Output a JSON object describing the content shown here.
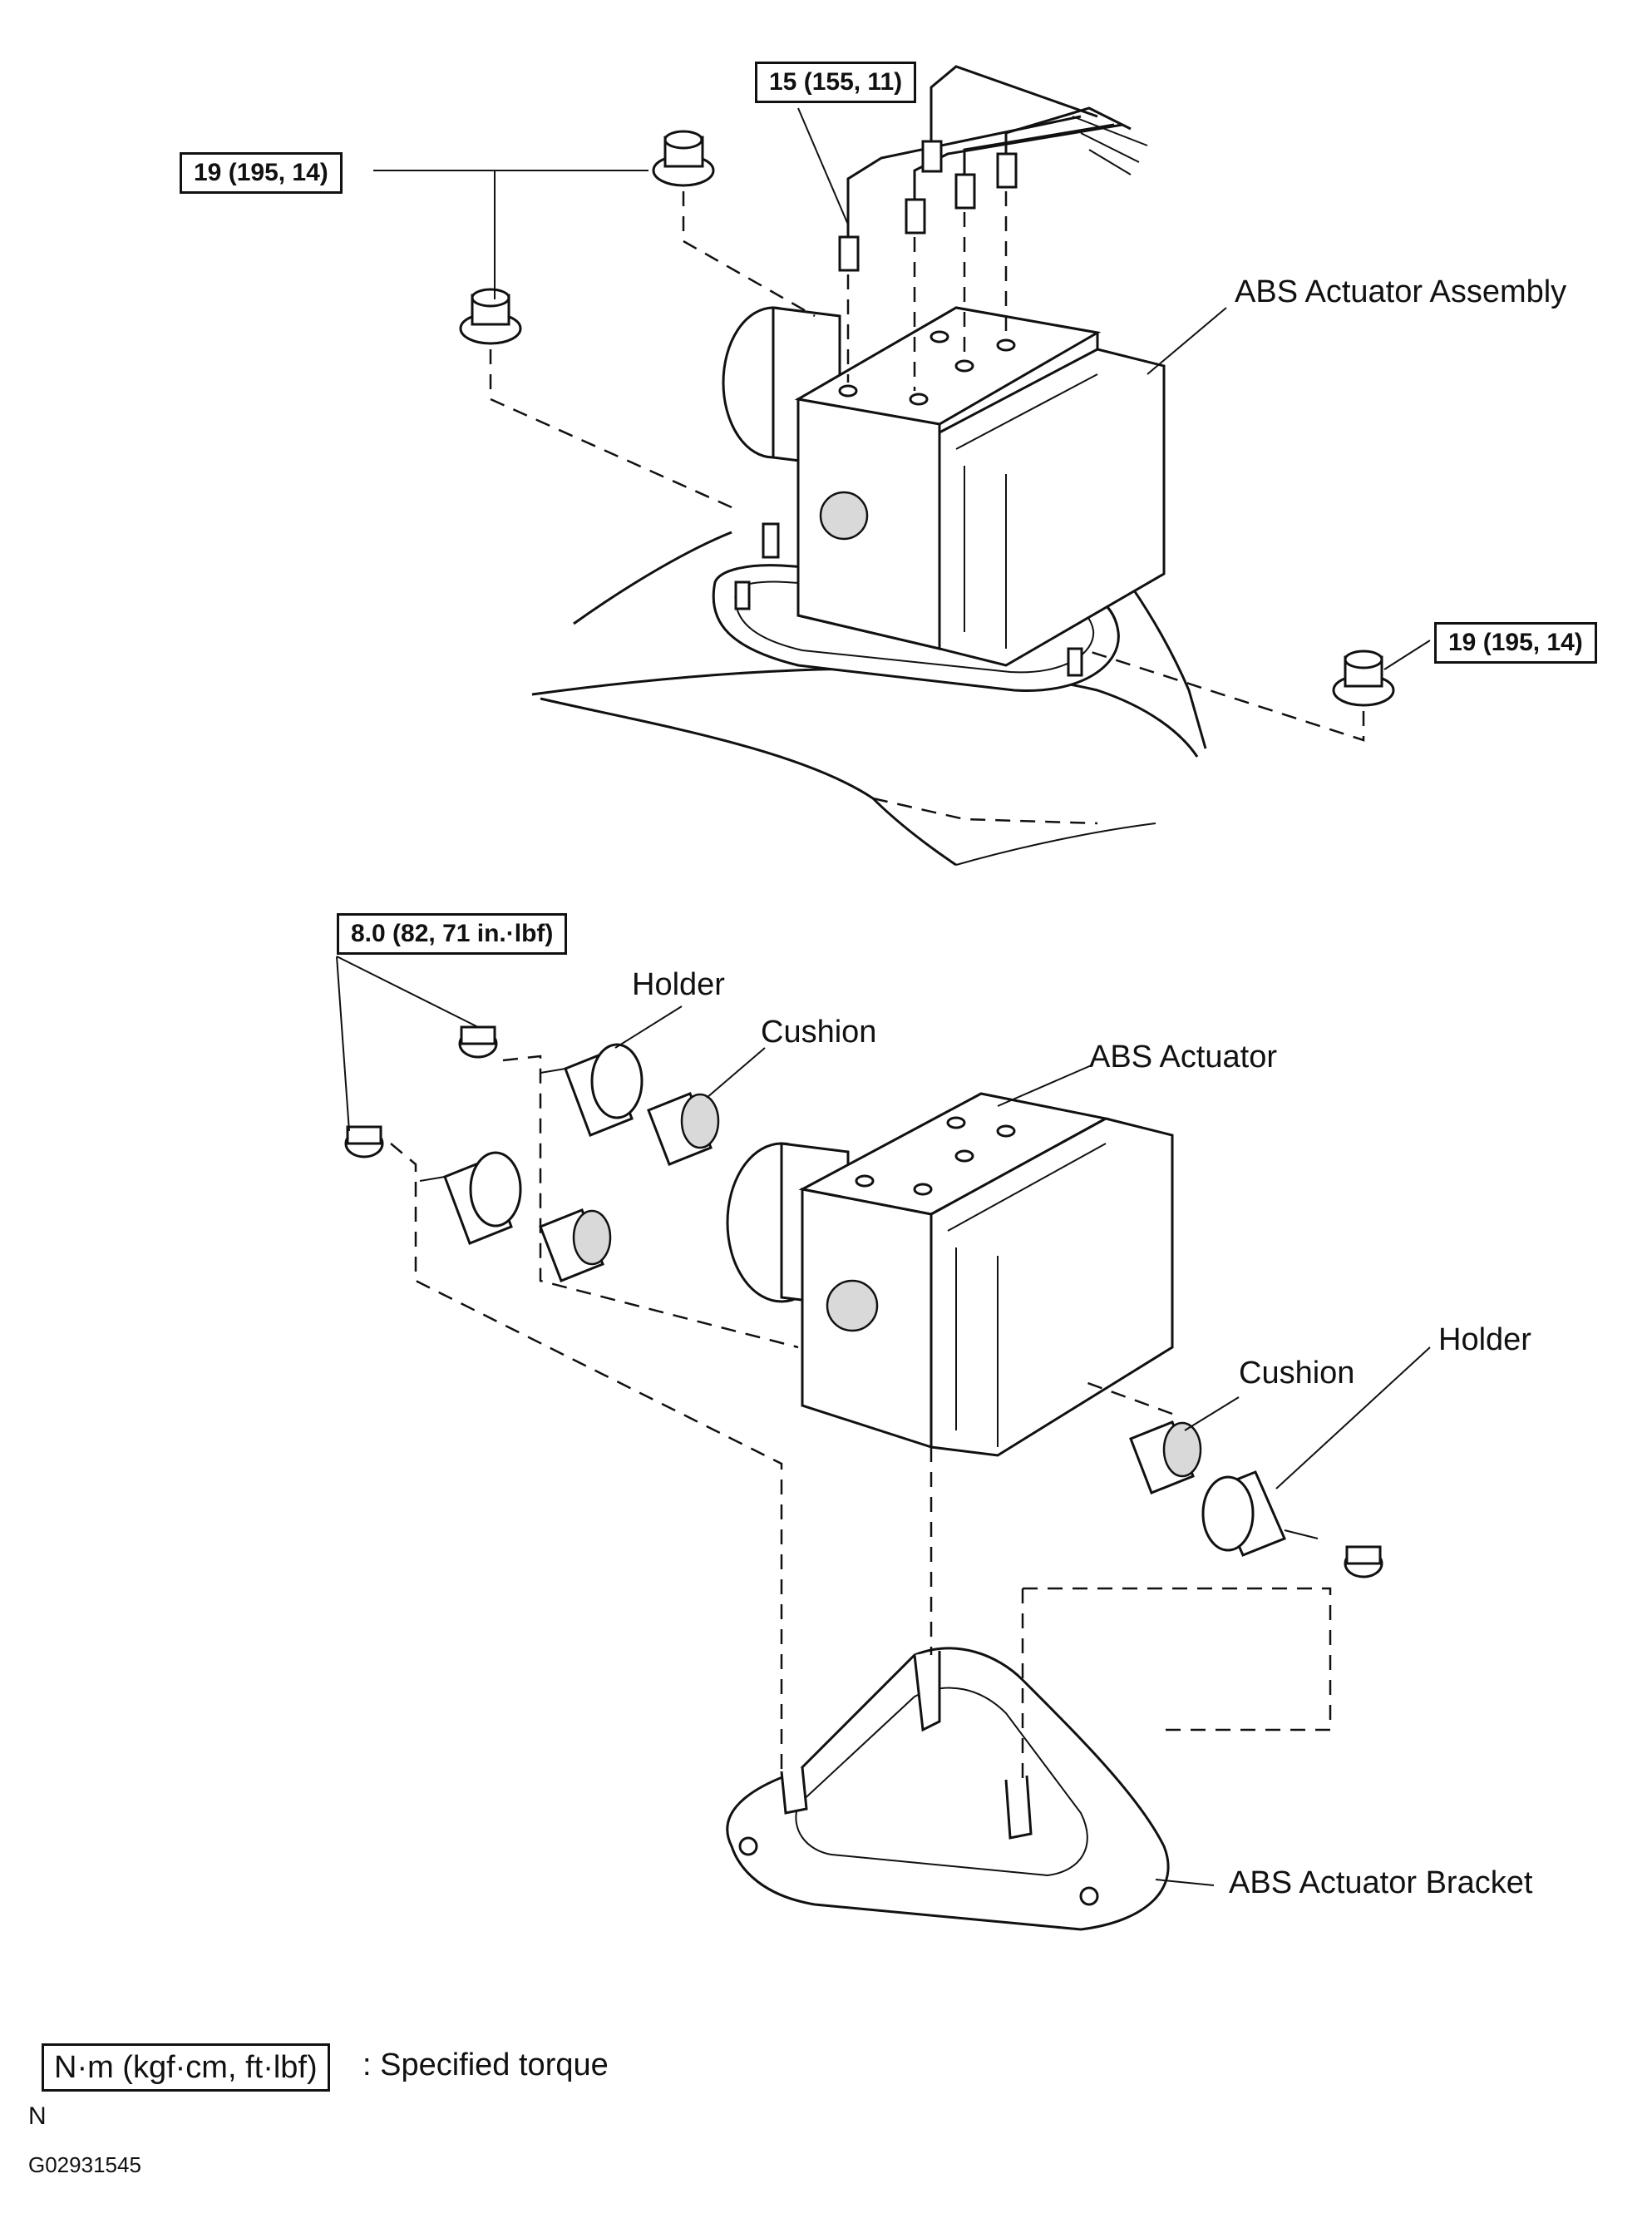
{
  "torque_specs": {
    "brake_tube": "15 (155, 11)",
    "upper_nuts": "19 (195, 14)",
    "right_nut": "19 (195, 14)",
    "bracket_nuts": "8.0 (82, 71 in.·lbf)"
  },
  "labels": {
    "abs_actuator_assembly": "ABS Actuator Assembly",
    "holder_left": "Holder",
    "cushion_left": "Cushion",
    "abs_actuator": "ABS Actuator",
    "cushion_right": "Cushion",
    "holder_right": "Holder",
    "abs_actuator_bracket": "ABS Actuator Bracket"
  },
  "legend": {
    "unit_box": "N·m (kgf·cm, ft·lbf)",
    "description": ": Specified torque"
  },
  "footer": {
    "code_letter": "N",
    "figure_id": "G02931545"
  }
}
